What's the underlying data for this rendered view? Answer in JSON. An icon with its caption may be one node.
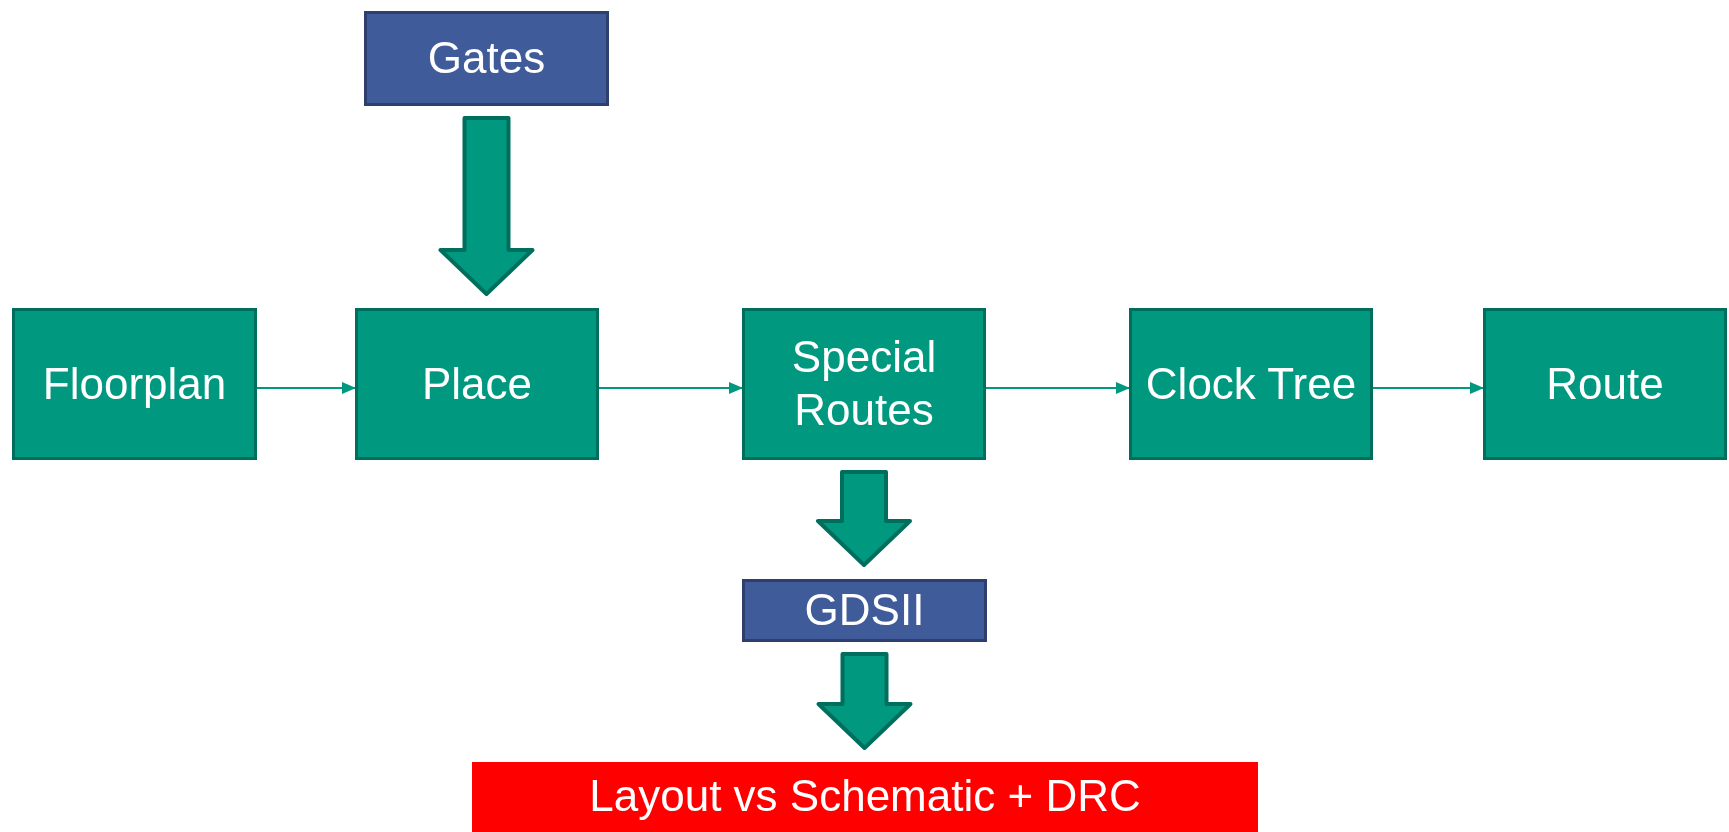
{
  "diagram": {
    "nodes": [
      {
        "text": [
          "Gates"
        ]
      },
      {
        "text": [
          "Floorplan"
        ]
      },
      {
        "text": [
          "Place"
        ]
      },
      {
        "text": [
          "Special Routes"
        ]
      },
      {
        "text": [
          "Clock Tree"
        ]
      },
      {
        "text": [
          "Route"
        ]
      },
      {
        "text": [
          "GDSII"
        ]
      },
      {
        "text": [
          "Layout vs Schematic + DRC"
        ]
      }
    ],
    "edges": [
      {
        "from": 0,
        "to": 2,
        "arrow": "to",
        "style": "thick"
      },
      {
        "from": 1,
        "to": 2,
        "arrow": "to"
      },
      {
        "from": 2,
        "to": 3,
        "arrow": "to"
      },
      {
        "from": 3,
        "to": 4,
        "arrow": "to"
      },
      {
        "from": 4,
        "to": 5,
        "arrow": "to"
      },
      {
        "from": 3,
        "to": 6,
        "arrow": "to",
        "style": "thick"
      },
      {
        "from": 6,
        "to": 7,
        "arrow": "to",
        "style": "thick"
      }
    ]
  }
}
